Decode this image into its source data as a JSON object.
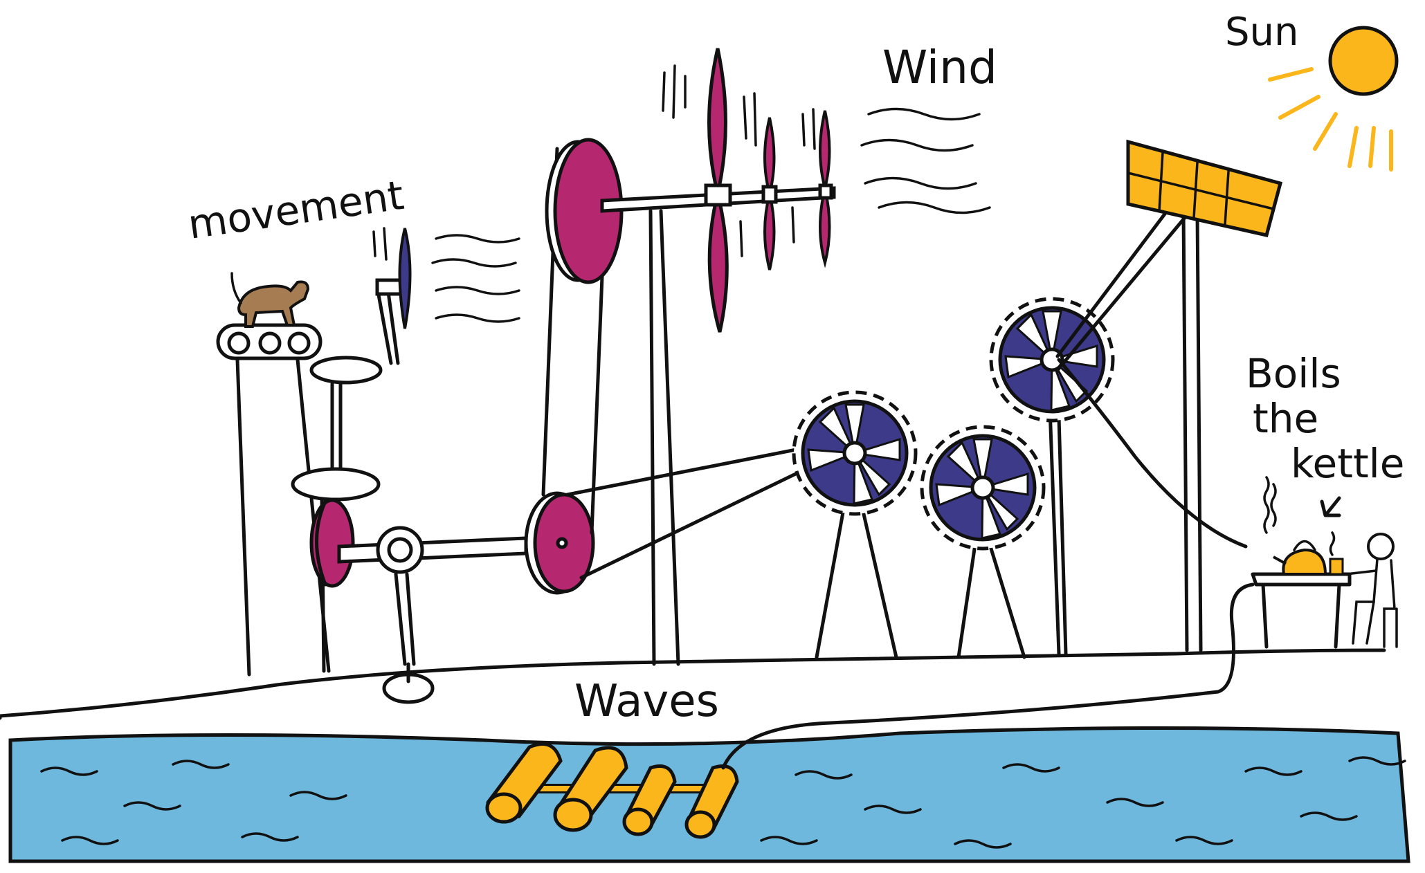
{
  "labels": {
    "sun": "Sun",
    "wind": "Wind",
    "movement": "movement",
    "waves": "Waves",
    "boils_line1": "Boils",
    "boils_line2": "the",
    "boils_line3": "kettle"
  },
  "colors": {
    "magenta": "#b5286f",
    "navy": "#3d3a8a",
    "orange": "#fbb61b",
    "water": "#6fb8dd",
    "dog": "#a67c52",
    "ink": "#111111"
  }
}
